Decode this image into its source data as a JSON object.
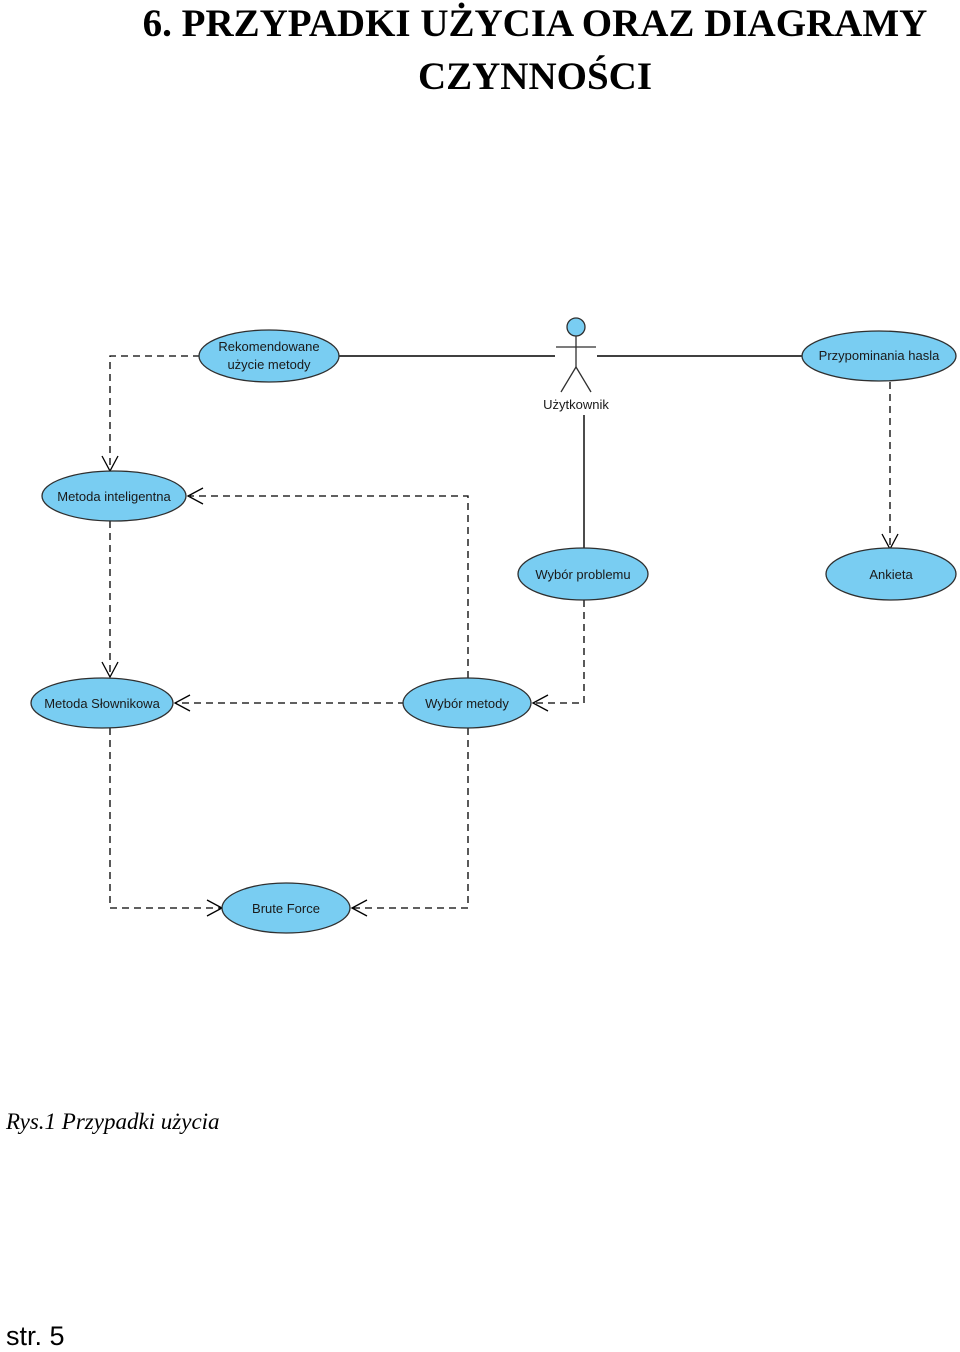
{
  "heading": {
    "line1": "6. PRZYPADKI UŻYCIA ORAZ DIAGRAMY",
    "line2": "CZYNNOŚCI"
  },
  "diagram": {
    "actor": {
      "label": "Użytkownik"
    },
    "use_cases": {
      "rekomendowane": {
        "line1": "Rekomendowane",
        "line2": "użycie metody"
      },
      "przypominania": {
        "label": "Przypominania hasla"
      },
      "metoda_inteligentna": {
        "label": "Metoda inteligentna"
      },
      "wybor_problemu": {
        "label": "Wybór problemu"
      },
      "ankieta": {
        "label": "Ankieta"
      },
      "metoda_slownikowa": {
        "label": "Metoda Słownikowa"
      },
      "wybor_metody": {
        "label": "Wybór metody"
      },
      "brute_force": {
        "label": "Brute Force"
      }
    },
    "colors": {
      "use_case_fill": "#79cdf2",
      "outline": "#2f2f2f"
    }
  },
  "caption": "Rys.1 Przypadki użycia",
  "page_number": "str. 5"
}
